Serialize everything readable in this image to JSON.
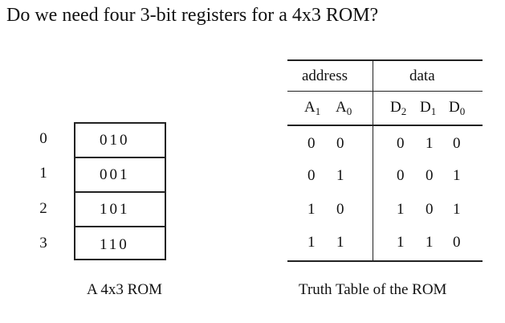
{
  "question": "Do we need four 3-bit registers for a 4x3 ROM?",
  "rom": {
    "addresses": [
      "0",
      "1",
      "2",
      "3"
    ],
    "cells": [
      "010",
      "001",
      "101",
      "110"
    ],
    "caption": "A 4x3 ROM"
  },
  "truth_table": {
    "group_headers": {
      "address": "address",
      "data": "data"
    },
    "address_bits": [
      {
        "label": "A",
        "sub": "1"
      },
      {
        "label": "A",
        "sub": "0"
      }
    ],
    "data_bits": [
      {
        "label": "D",
        "sub": "2"
      },
      {
        "label": "D",
        "sub": "1"
      },
      {
        "label": "D",
        "sub": "0"
      }
    ],
    "rows": [
      {
        "address": [
          "0",
          "0"
        ],
        "data": [
          "0",
          "1",
          "0"
        ]
      },
      {
        "address": [
          "0",
          "1"
        ],
        "data": [
          "0",
          "0",
          "1"
        ]
      },
      {
        "address": [
          "1",
          "0"
        ],
        "data": [
          "1",
          "0",
          "1"
        ]
      },
      {
        "address": [
          "1",
          "1"
        ],
        "data": [
          "1",
          "1",
          "0"
        ]
      }
    ],
    "caption": "Truth Table of the ROM"
  }
}
